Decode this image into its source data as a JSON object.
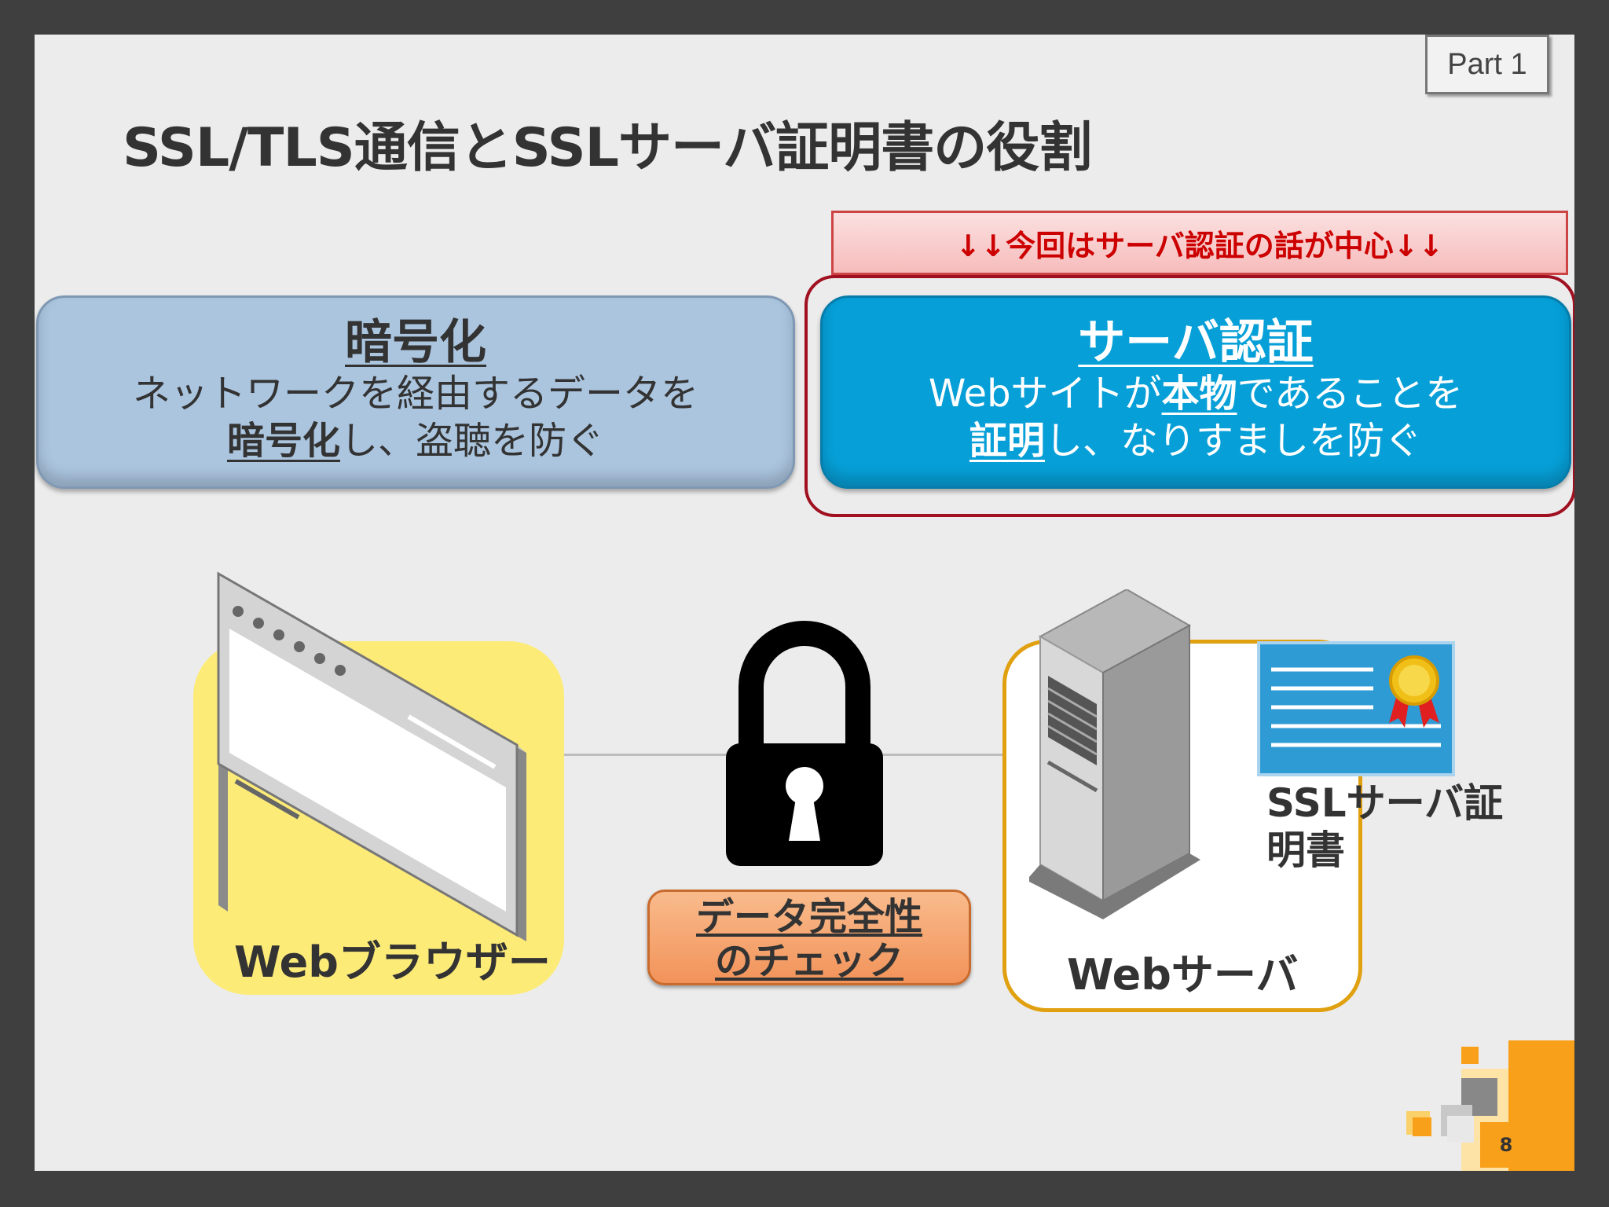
{
  "part_tag": "Part 1",
  "title": "SSL/TLS通信とSSLサーバ証明書の役割",
  "focus_banner": "↓↓今回はサーバ認証の話が中心↓↓",
  "encryption": {
    "title": "暗号化",
    "line1": "ネットワークを経由するデータを",
    "line2_emph": "暗号化",
    "line2_rest": "し、盗聴を防ぐ"
  },
  "authentication": {
    "title": "サーバ認証",
    "line1_a": "Webサイトが",
    "line1_emph": "本物",
    "line1_b": "であることを",
    "line2_emph": "証明",
    "line2_rest": "し、なりすましを防ぐ"
  },
  "browser_label": "Webブラウザー",
  "integrity_line1": "データ完全性",
  "integrity_line2": "のチェック",
  "server_label": "Webサーバ",
  "cert_label": "SSLサーバ証明書",
  "page_number": "8",
  "colors": {
    "encryption_box": "#abc5df",
    "auth_box": "#069fd7",
    "focus_red": "#c00000",
    "browser_bg": "#fdeb78",
    "server_border": "#e0a010",
    "integrity_box": "#f2935a",
    "accent_orange": "#f8a01a"
  }
}
